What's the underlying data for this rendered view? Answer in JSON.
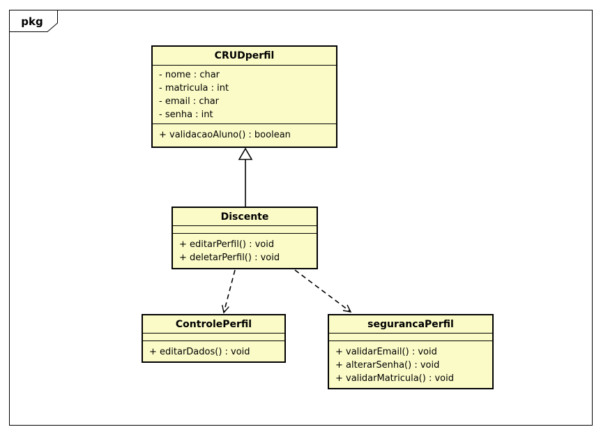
{
  "frame": {
    "label": "pkg"
  },
  "diagram": {
    "classes": [
      {
        "id": "crudperfil",
        "title": "CRUDperfil",
        "attributes": [
          "- nome : char",
          "- matricula : int",
          "- email : char",
          "- senha : int"
        ],
        "methods": [
          "+ validacaoAluno() : boolean"
        ]
      },
      {
        "id": "discente",
        "title": "Discente",
        "attributes": [],
        "methods": [
          "+ editarPerfil() : void",
          "+ deletarPerfil() : void"
        ]
      },
      {
        "id": "controleperfil",
        "title": "ControlePerfil",
        "attributes": [],
        "methods": [
          "+ editarDados() : void"
        ]
      },
      {
        "id": "segurancaperfil",
        "title": "segurancaPerfil",
        "attributes": [],
        "methods": [
          "+ validarEmail() : void",
          "+ alterarSenha() : void",
          "+ validarMatricula() : void"
        ]
      }
    ],
    "relationships": [
      {
        "type": "generalization",
        "from": "Discente",
        "to": "CRUDperfil",
        "line": "solid",
        "arrowhead": "hollow-triangle"
      },
      {
        "type": "dependency",
        "from": "Discente",
        "to": "ControlePerfil",
        "line": "dashed",
        "arrowhead": "open"
      },
      {
        "type": "dependency",
        "from": "Discente",
        "to": "segurancaPerfil",
        "line": "dashed",
        "arrowhead": "open"
      }
    ],
    "colors": {
      "class_fill": "#fbfbc8",
      "border": "#000000",
      "background": "#ffffff"
    }
  }
}
